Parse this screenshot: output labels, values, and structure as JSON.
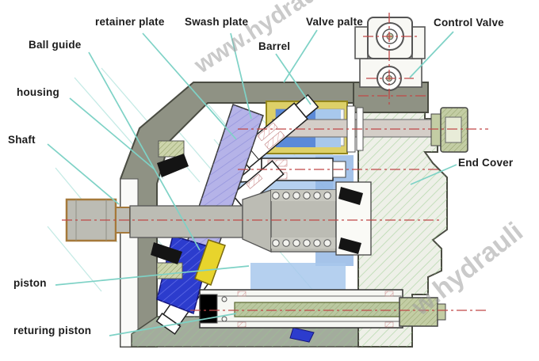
{
  "diagram": {
    "type": "axial-piston-pump-cross-section",
    "labels": {
      "retainer_plate": "retainer plate",
      "swash_plate": "Swash plate",
      "valve_palte": "Valve palte",
      "control_valve": "Control Valve",
      "ball_guide": "Ball guide",
      "barrel": "Barrel",
      "housing": "housing",
      "shaft": "Shaft",
      "end_cover": "End Cover",
      "piston": "piston",
      "returing_piston": "returing piston"
    },
    "watermarks": {
      "top": "www.hydrauli",
      "bottom": "w.hydrauli"
    }
  },
  "colors": {
    "ink": "#1c1c1c",
    "leader": "#7ed2c6",
    "centerline": "#c04848",
    "watermark": "#a0a0a0",
    "housingGray": "#8f9284",
    "endCoverHatch": "#99cc8e",
    "swashLavender": "#b5b3e8",
    "guideBlue": "#2c3ccd",
    "barrelYellow": "#ddd068",
    "fluidBlue": "#a8c8ec",
    "shaftTan": "#a5793a"
  }
}
